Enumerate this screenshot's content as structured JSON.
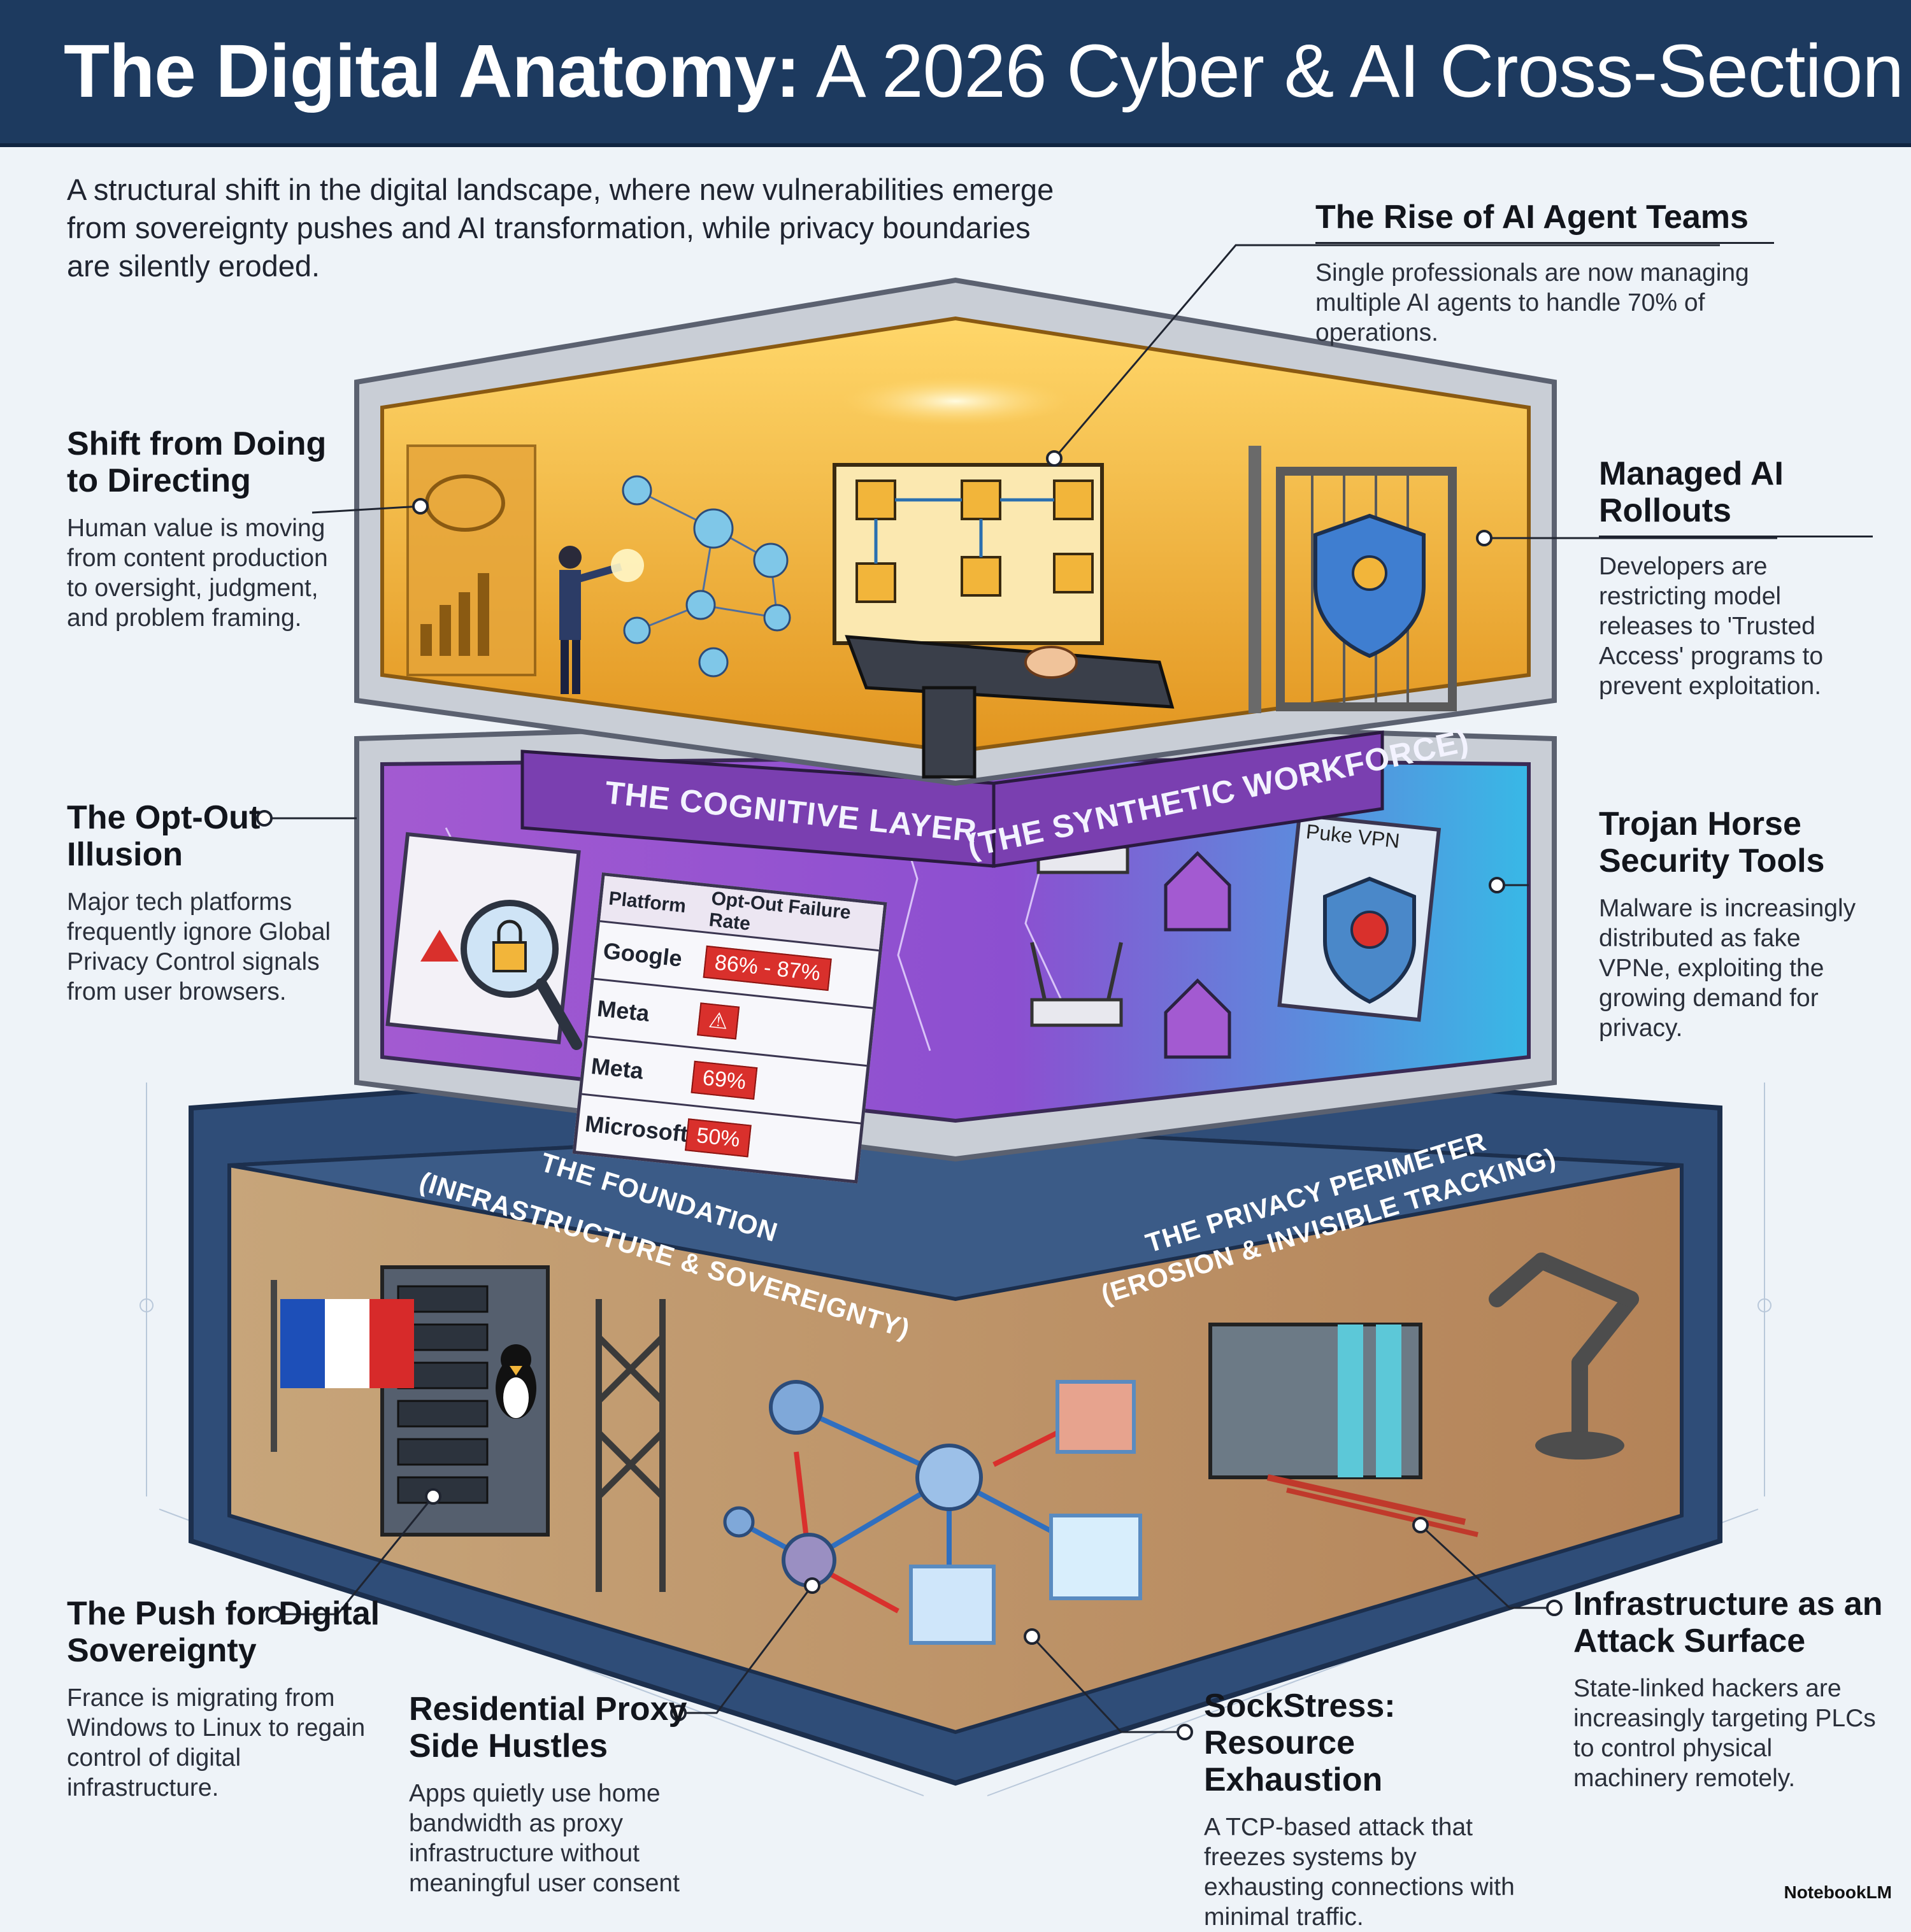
{
  "header": {
    "title_bold": "The Digital Anatomy:",
    "title_rest": " A 2026 Cyber & AI Cross-Section"
  },
  "intro": "A structural shift in the digital landscape, where new vulnerabilities emerge from sovereignty pushes and AI transformation, while privacy boundaries are silently eroded.",
  "layers": {
    "cognitive": "THE COGNITIVE LAYER",
    "synthetic": "(THE SYNTHETIC WORKFORCE)",
    "foundation_1": "THE FOUNDATION",
    "foundation_2": "(INFRASTRUCTURE & SOVEREIGNTY)",
    "privacy_1": "THE PRIVACY PERIMETER",
    "privacy_2": "(EROSION & INVISIBLE TRACKING)"
  },
  "callouts": {
    "agent_teams": {
      "title": "The Rise of AI Agent Teams",
      "body": "Single professionals are now managing multiple AI agents to handle 70% of operations."
    },
    "shift": {
      "title": "Shift from Doing to Directing",
      "body": "Human value is moving from content production to oversight, judgment, and problem framing."
    },
    "managed": {
      "title": "Managed AI Rollouts",
      "body": "Developers are restricting model releases to 'Trusted Access' programs to prevent exploitation."
    },
    "optout": {
      "title": "The Opt-Out Illusion",
      "body": "Major tech platforms frequently ignore Global Privacy Control signals from user browsers."
    },
    "trojan": {
      "title": "Trojan Horse Security Tools",
      "body": "Malware is increasingly distributed as fake VPNe, exploiting the growing demand for privacy."
    },
    "sovereignty": {
      "title": "The Push for Digital Sovereignty",
      "body": "France is migrating from Windows to Linux to regain control of digital infrastructure."
    },
    "proxy": {
      "title": "Residential Proxy Side Hustles",
      "body": "Apps quietly use home bandwidth as proxy infrastructure without meaningful user consent"
    },
    "sockstress": {
      "title": "SockStress: Resource Exhaustion",
      "body": "A TCP-based attack that freezes systems by exhausting connections with minimal traffic."
    },
    "attack_surface": {
      "title": "Infrastructure as an Attack Surface",
      "body": "State-linked hackers are increasingly targeting PLCs to control physical machinery remotely."
    }
  },
  "optout_table": {
    "headers": [
      "Platform",
      "Opt-Out Failure Rate"
    ],
    "rows": [
      {
        "platform": "Google",
        "rate": "86% - 87%"
      },
      {
        "platform": "Meta",
        "rate": ""
      },
      {
        "platform": "Meta",
        "rate": "69%"
      },
      {
        "platform": "Microsoft",
        "rate": "50%"
      }
    ]
  },
  "vpn_window_title": "Puke VPN",
  "footer": "NotebookLM",
  "colors": {
    "banner": "#1d3a5f",
    "cognitive": "#f2b53a",
    "synthetic": "#9b4fc9",
    "foundation": "#2f4d78",
    "alert": "#d9302c"
  }
}
